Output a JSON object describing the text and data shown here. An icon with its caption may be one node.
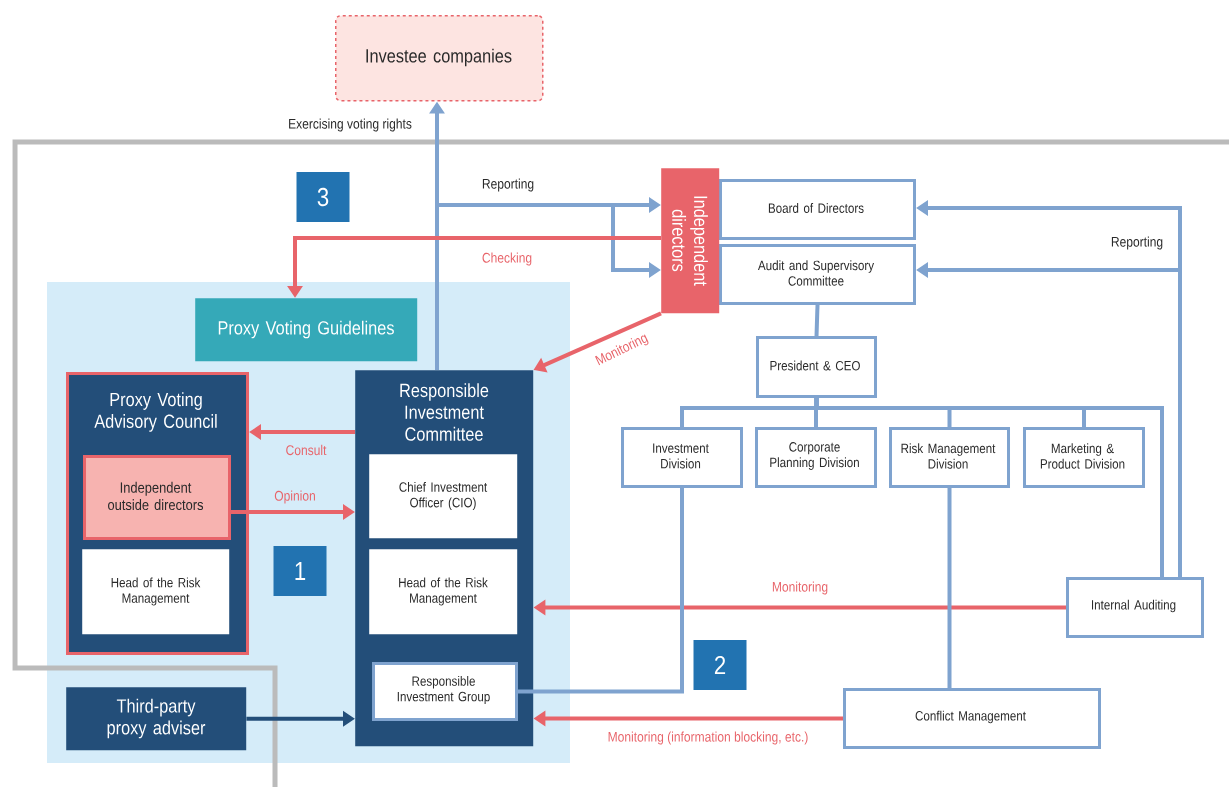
{
  "diagram": {
    "nodes": [
      {
        "text": [
          "Investee companies"
        ]
      },
      {
        "text": [
          "Proxy Voting Guidelines"
        ]
      },
      {
        "text": [
          "Proxy Voting Advisory Council"
        ]
      },
      {
        "text": [
          "Independent outside directors"
        ],
        "in": 2
      },
      {
        "text": [
          "Head of the Risk Management"
        ],
        "in": 2
      },
      {
        "text": [
          "Responsible Investment Committee"
        ]
      },
      {
        "text": [
          "Chief Investment Officer (CIO)"
        ],
        "in": 5
      },
      {
        "text": [
          "Head of the Risk Management"
        ],
        "in": 5
      },
      {
        "text": [
          "Responsible Investment Group"
        ],
        "in": 5
      },
      {
        "text": [
          "Third-party proxy adviser"
        ]
      },
      {
        "text": [
          "Independent directors"
        ]
      },
      {
        "text": [
          "Board of Directors"
        ]
      },
      {
        "text": [
          "Audit and Supervisory Committee"
        ]
      },
      {
        "text": [
          "President & CEO"
        ]
      },
      {
        "text": [
          "Investment Division"
        ]
      },
      {
        "text": [
          "Corporate Planning Division"
        ]
      },
      {
        "text": [
          "Risk Management Division"
        ]
      },
      {
        "text": [
          "Marketing & Product Division"
        ]
      },
      {
        "text": [
          "Internal Auditing"
        ]
      },
      {
        "text": [
          "Conflict Management"
        ]
      }
    ],
    "edges": [
      {
        "from": 5,
        "to": 0,
        "arrow": "to",
        "label": "Exercising voting rights"
      },
      {
        "from": 5,
        "to": 10,
        "arrow": "to",
        "label": "Reporting"
      },
      {
        "from": 5,
        "to": 10,
        "arrow": "to"
      },
      {
        "from": 10,
        "to": 1,
        "arrow": "to",
        "label": "Checking",
        "color": "#e8646a"
      },
      {
        "from": 10,
        "to": 5,
        "arrow": "to",
        "label": "Monitoring",
        "color": "#e8646a"
      },
      {
        "from": 5,
        "to": 2,
        "arrow": "to",
        "label": "Consult",
        "color": "#e8646a"
      },
      {
        "from": 3,
        "to": 5,
        "arrow": "to",
        "label": "Opinion",
        "color": "#e8646a"
      },
      {
        "from": 9,
        "to": 5,
        "arrow": "to",
        "color": "#234e79"
      },
      {
        "from": 18,
        "to": 5,
        "arrow": "to",
        "label": "Monitoring",
        "color": "#e8646a"
      },
      {
        "from": 19,
        "to": 5,
        "arrow": "to",
        "label": "Monitoring (information blocking, etc.)",
        "color": "#e8646a"
      },
      {
        "from": 12,
        "to": 13,
        "arrow": "none"
      },
      {
        "from": 13,
        "to": 14,
        "arrow": "none"
      },
      {
        "from": 13,
        "to": 15,
        "arrow": "none"
      },
      {
        "from": 13,
        "to": 16,
        "arrow": "none"
      },
      {
        "from": 13,
        "to": 17,
        "arrow": "none"
      },
      {
        "from": 13,
        "to": 18,
        "arrow": "none"
      },
      {
        "from": 18,
        "to": 11,
        "arrow": "to",
        "label": "Reporting"
      },
      {
        "from": 18,
        "to": 12,
        "arrow": "to"
      },
      {
        "from": 14,
        "to": 8,
        "arrow": "none"
      },
      {
        "from": 16,
        "to": 19,
        "arrow": "none"
      }
    ],
    "labels": [
      "3",
      "1",
      "2"
    ]
  }
}
